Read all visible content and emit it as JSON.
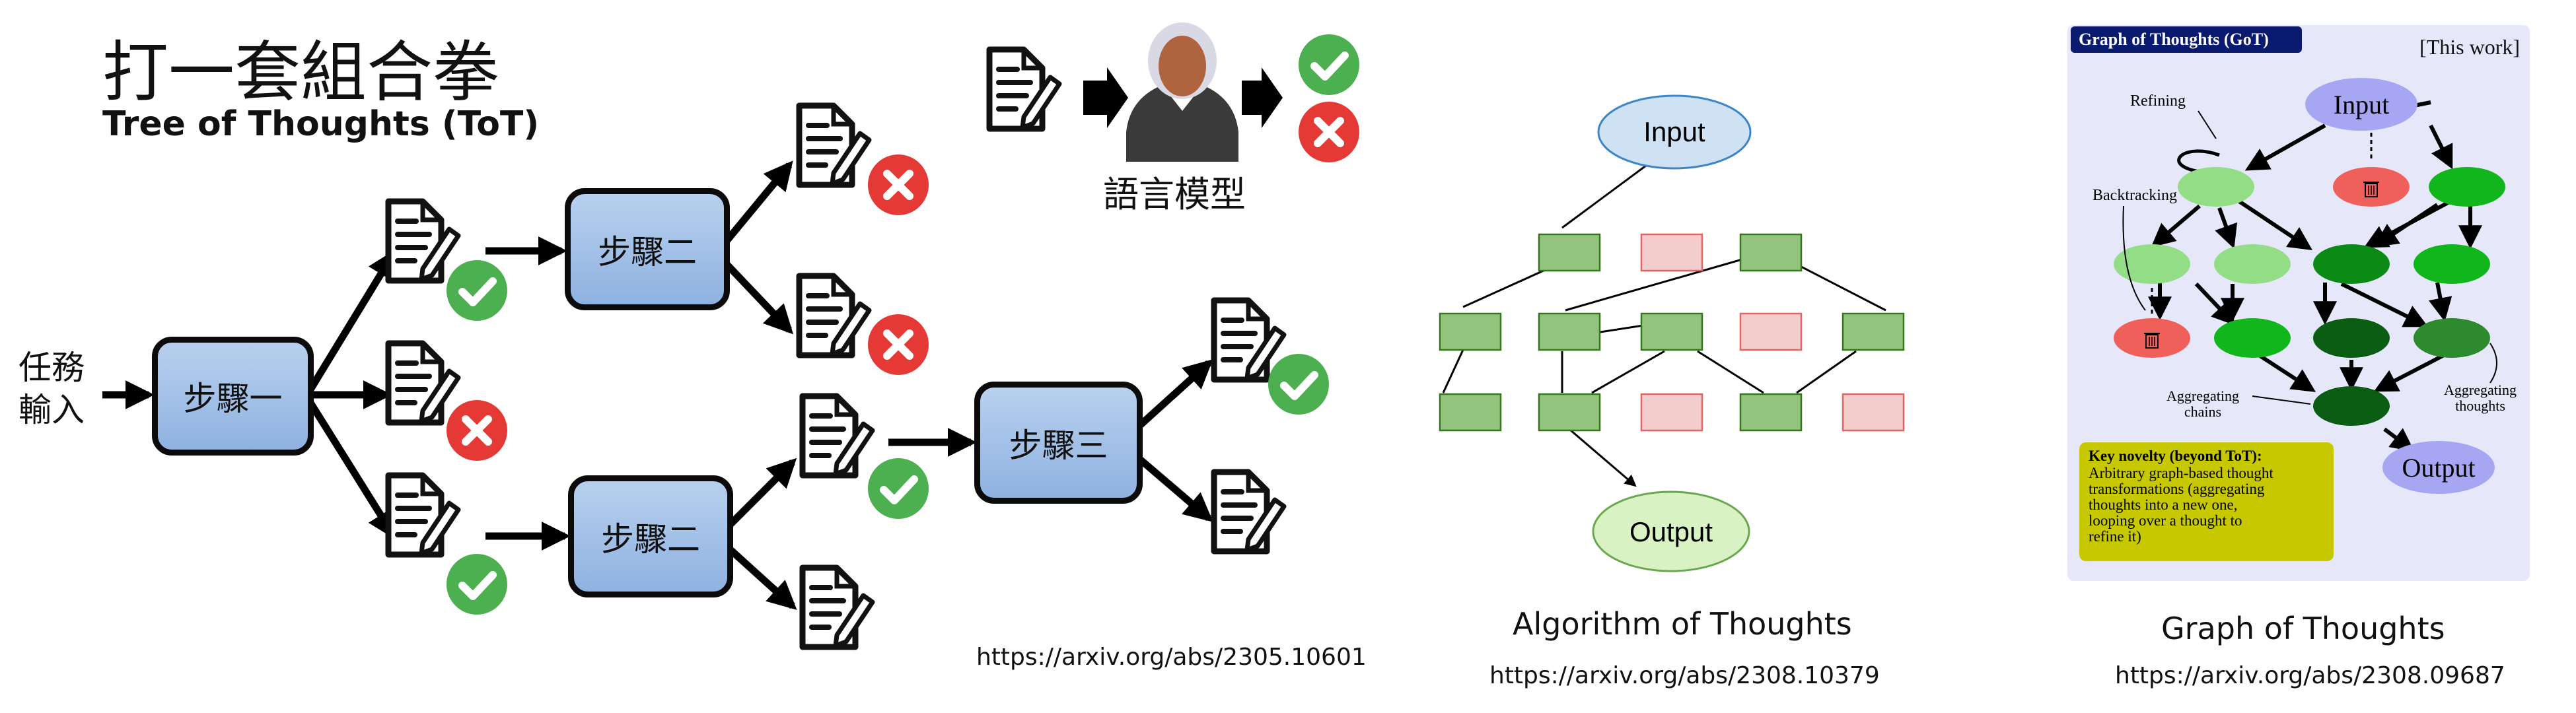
{
  "title": "打一套組合拳",
  "tot": {
    "subtitle": "Tree of Thoughts (ToT)",
    "task_input": "任務\n輸入",
    "step1": "步驟一",
    "step2_top": "步驟二",
    "step2_bottom": "步驟二",
    "step3": "步驟三",
    "llm_label": "語言模型",
    "url": "https://arxiv.org/abs/2305.10601"
  },
  "aot": {
    "input_label": "Input",
    "output_label": "Output",
    "caption": "Algorithm of Thoughts",
    "url": "https://arxiv.org/abs/2308.10379"
  },
  "got": {
    "header": "Graph of Thoughts (GoT)",
    "this_work": "[This work]",
    "input_label": "Input",
    "output_label": "Output",
    "refining": "Refining",
    "backtracking": "Backtracking",
    "aggregating_chains": "Aggregating\nchains",
    "aggregating_thoughts": "Aggregating\nthoughts",
    "novelty_title": "Key novelty (beyond ToT):",
    "novelty_lines": [
      "Arbitrary graph-based thought",
      "transformations (aggregating",
      "thoughts into a new one,",
      "looping over a thought to",
      "refine it)"
    ],
    "caption": "Graph of Thoughts",
    "url": "https://arxiv.org/abs/2308.09687"
  },
  "colors": {
    "step_fill": "#9dbde6",
    "check_green": "#4caf50",
    "cross_red": "#e53935",
    "aot_green": "#93c47d",
    "aot_pink": "#f4cccc",
    "aot_input": "#cfe2f3",
    "aot_output": "#d9f2c4",
    "got_bg": "#e6e8fa",
    "got_header": "#0a1a6e",
    "got_input": "#a6a6f2",
    "novelty_bg": "#c8c800"
  },
  "icons": [
    "document-pencil-icon",
    "check-icon",
    "cross-icon",
    "language-model-person-icon",
    "trash-icon"
  ]
}
